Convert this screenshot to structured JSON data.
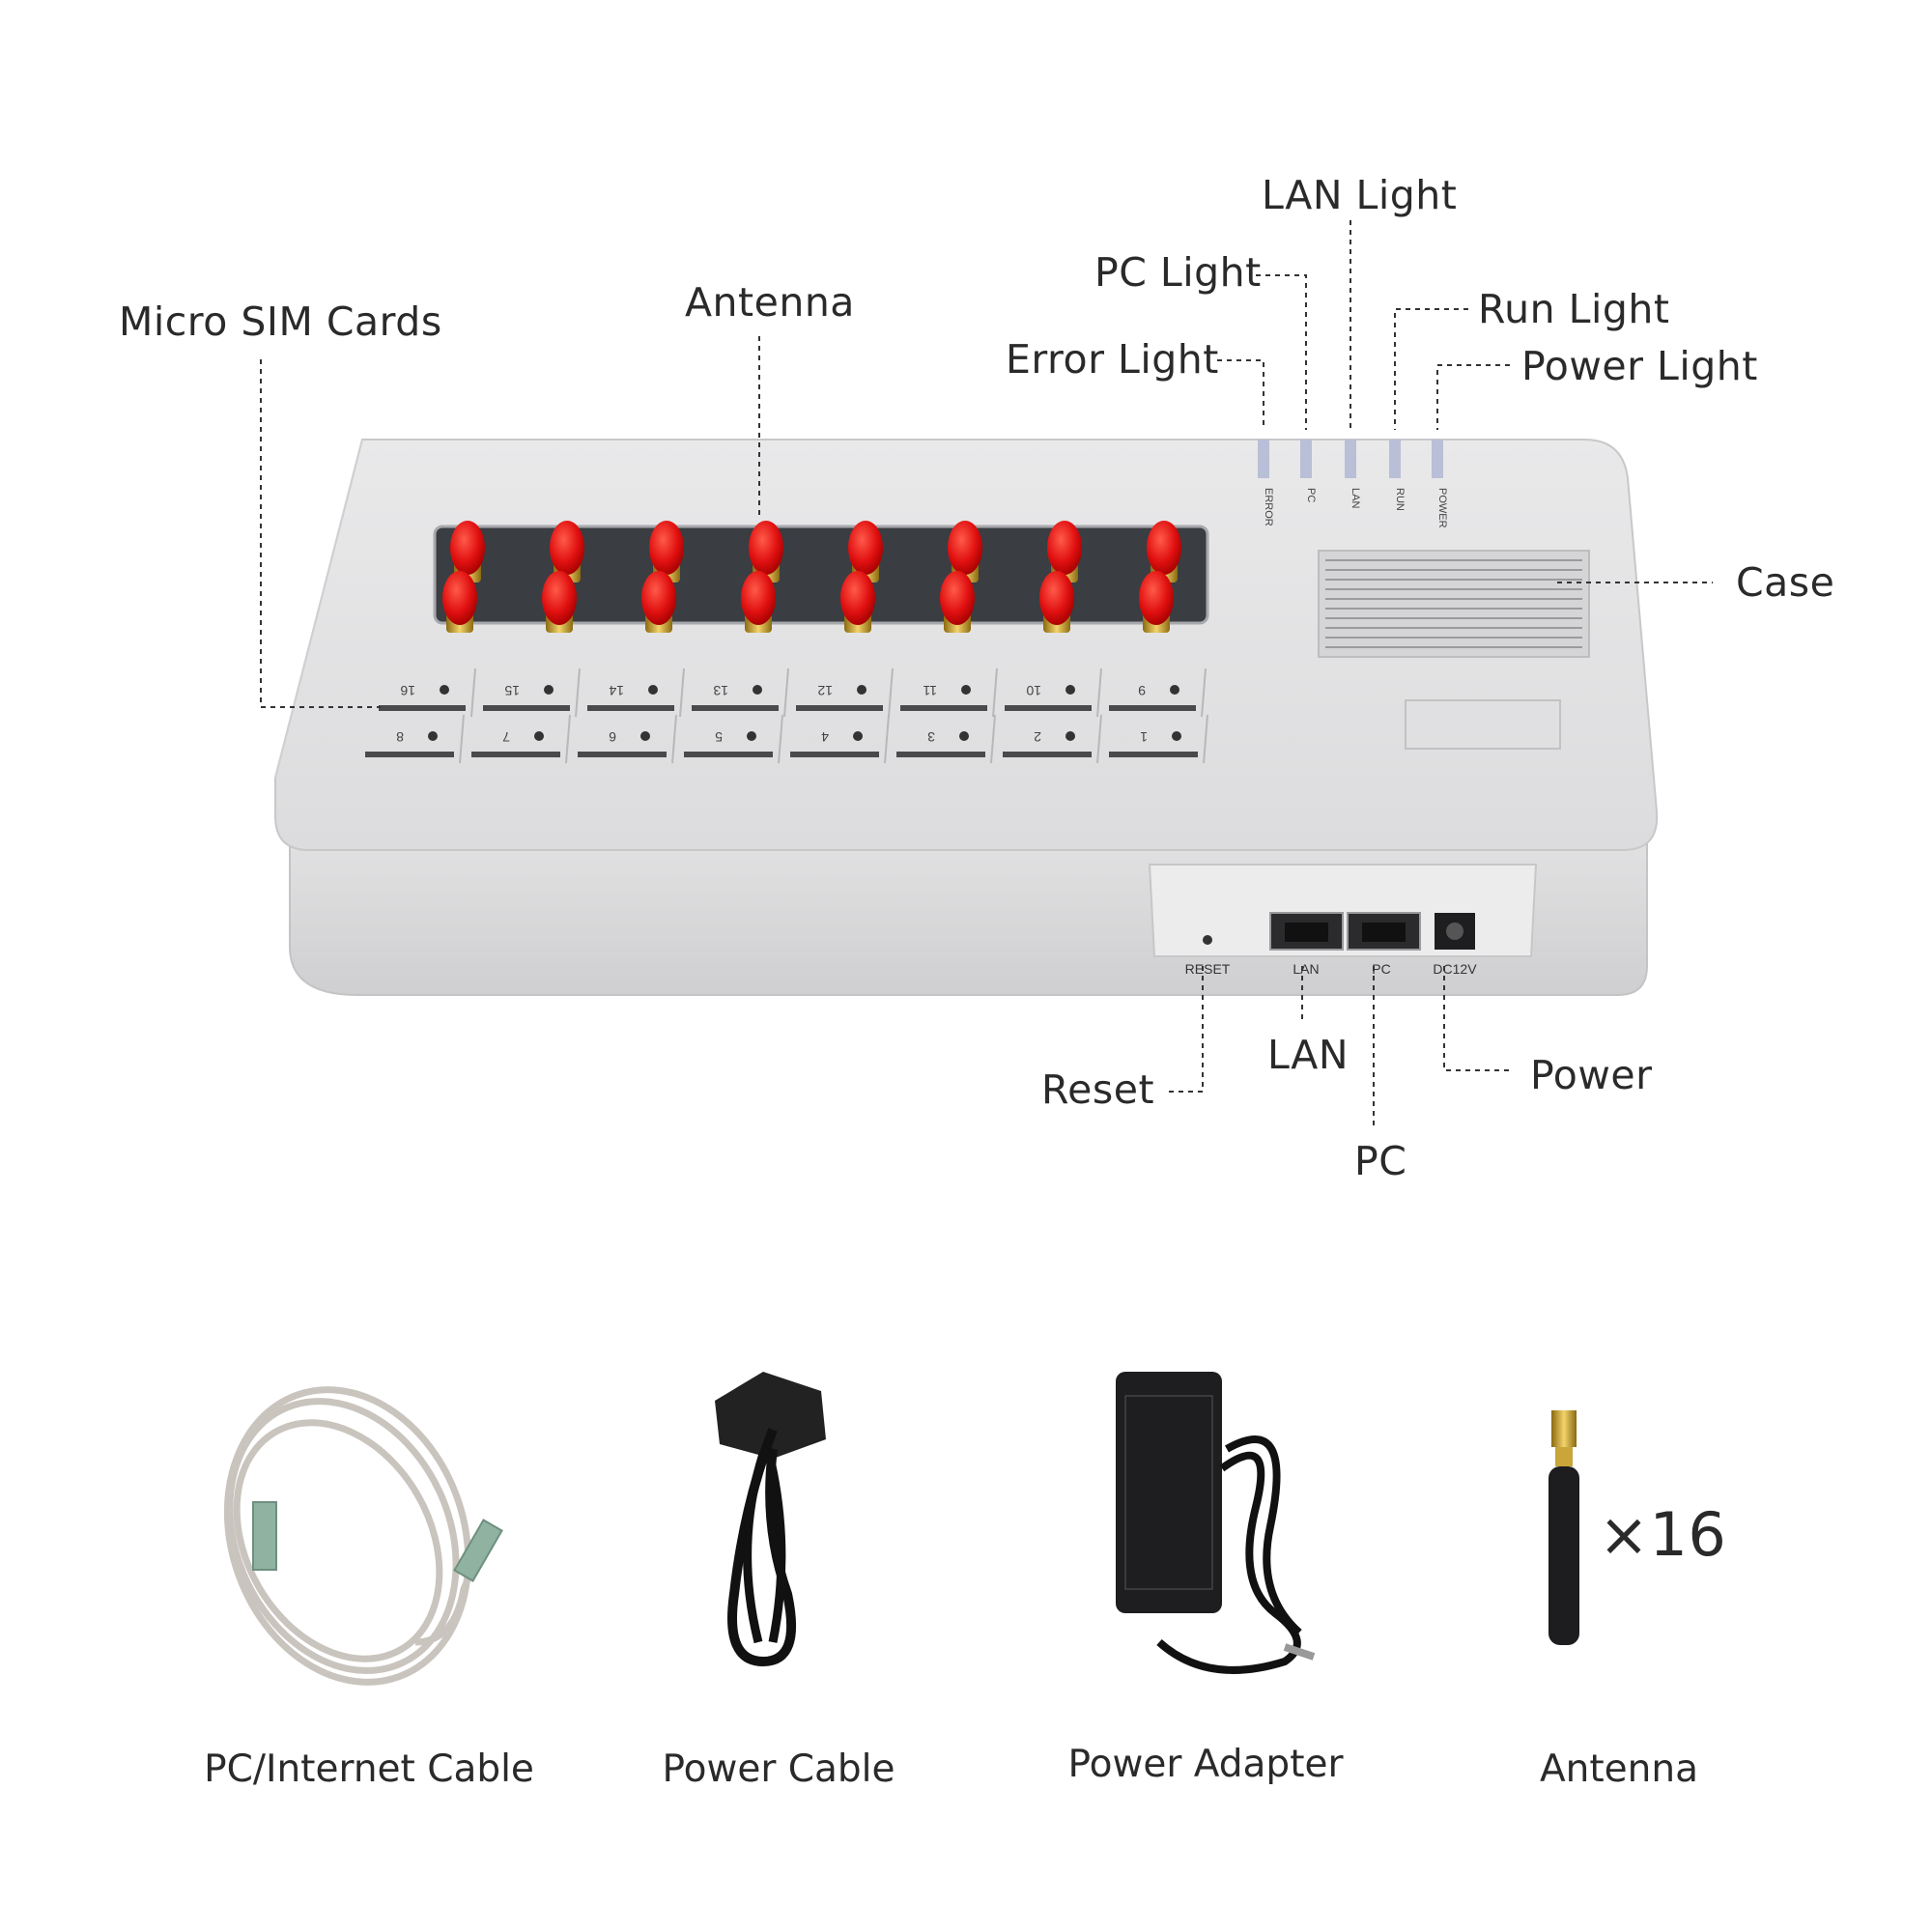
{
  "callouts": {
    "micro_sim": "Micro SIM Cards",
    "antenna": "Antenna",
    "lan_light": "LAN Light",
    "pc_light": "PC Light",
    "error_light": "Error Light",
    "run_light": "Run Light",
    "power_light": "Power Light",
    "case": "Case",
    "reset": "Reset",
    "lan": "LAN",
    "pc": "PC",
    "power": "Power"
  },
  "device": {
    "leds": [
      "ERROR",
      "PC",
      "LAN",
      "RUN",
      "POWER"
    ],
    "sim_slots_top": [
      "16",
      "15",
      "14",
      "13",
      "12",
      "11",
      "10",
      "9"
    ],
    "sim_slots_bottom": [
      "8",
      "7",
      "6",
      "5",
      "4",
      "3",
      "2",
      "1"
    ],
    "ports": {
      "reset": "RESET",
      "lan": "LAN",
      "pc": "PC",
      "dc": "DC12V"
    }
  },
  "accessories": {
    "cable": "PC/Internet Cable",
    "power_cable": "Power Cable",
    "adapter": "Power Adapter",
    "antenna": "Antenna",
    "antenna_qty": "×16"
  }
}
